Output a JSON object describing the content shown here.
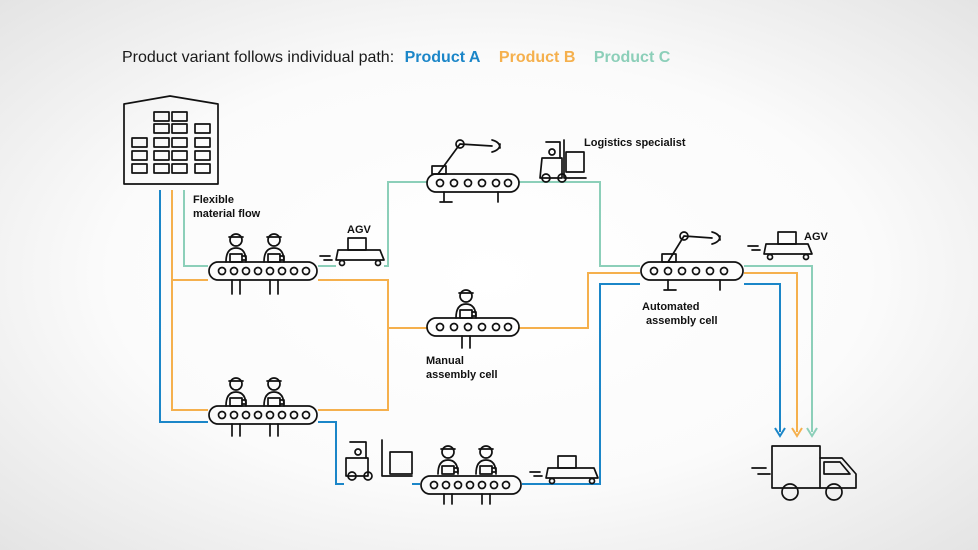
{
  "title": {
    "prefix": "Product variant follows individual path:",
    "product_a": "Product A",
    "product_b": "Product B",
    "product_c": "Product C"
  },
  "labels": {
    "flexible_flow_line1": "Flexible",
    "flexible_flow_line2": "material flow",
    "agv_top": "AGV",
    "agv_right": "AGV",
    "logistics_specialist": "Logistics specialist",
    "manual_cell_line1": "Manual",
    "manual_cell_line2": "assembly cell",
    "automated_cell_line1": "Automated",
    "automated_cell_line2": "assembly cell"
  },
  "colors": {
    "product_a": "#1b86c8",
    "product_b": "#f5b04d",
    "product_c": "#8ccfb9",
    "icon": "#111111"
  }
}
